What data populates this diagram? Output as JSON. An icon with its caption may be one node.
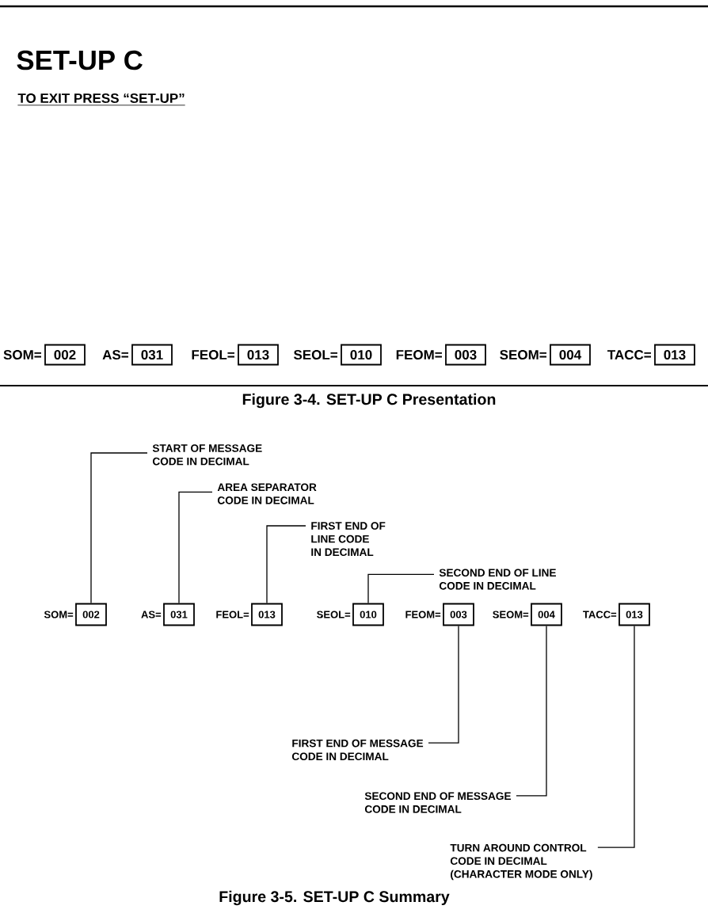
{
  "diagram": {
    "nodes": [
      {
        "text": [
          "002"
        ],
        "beside": [
          "SOM="
        ]
      },
      {
        "text": [
          "031"
        ],
        "beside": [
          "AS="
        ]
      },
      {
        "text": [
          "013"
        ],
        "beside": [
          "FEOL="
        ]
      },
      {
        "text": [
          "010"
        ],
        "beside": [
          "SEOL="
        ]
      },
      {
        "text": [
          "003"
        ],
        "beside": [
          "FEOM="
        ]
      },
      {
        "text": [
          "004"
        ],
        "beside": [
          "SEOM="
        ]
      },
      {
        "text": [
          "013"
        ],
        "beside": [
          "TACC="
        ]
      },
      {
        "text": [
          "START OF MESSAGE CODE IN DECIMAL"
        ]
      },
      {
        "text": [
          "AREA SEPARATOR CODE IN DECIMAL"
        ]
      },
      {
        "text": [
          "FIRST END OF LINE CODE IN DECIMAL"
        ]
      },
      {
        "text": [
          "SECOND END OF LINE CODE IN DECIMAL"
        ]
      },
      {
        "text": [
          "002"
        ],
        "beside": [
          "SOM="
        ]
      },
      {
        "text": [
          "031"
        ],
        "beside": [
          "AS="
        ]
      },
      {
        "text": [
          "013"
        ],
        "beside": [
          "FEOL="
        ]
      },
      {
        "text": [
          "010"
        ],
        "beside": [
          "SEOL="
        ]
      },
      {
        "text": [
          "003"
        ],
        "beside": [
          "FEOM="
        ]
      },
      {
        "text": [
          "004"
        ],
        "beside": [
          "SEOM="
        ]
      },
      {
        "text": [
          "013"
        ],
        "beside": [
          "TACC="
        ]
      },
      {
        "text": [
          "FIRST END OF MESSAGE CODE IN DECIMAL"
        ]
      },
      {
        "text": [
          "SECOND END OF MESSAGE CODE IN DECIMAL"
        ]
      },
      {
        "text": [
          "TURN AROUND CONTROL CODE IN DECIMAL (CHARACTER MODE ONLY)"
        ]
      }
    ],
    "edges": [
      {
        "from": 7,
        "to": 11,
        "arrow": "none"
      },
      {
        "from": 8,
        "to": 12,
        "arrow": "none"
      },
      {
        "from": 9,
        "to": 13,
        "arrow": "none"
      },
      {
        "from": 10,
        "to": 14,
        "arrow": "none"
      },
      {
        "from": 18,
        "to": 15,
        "arrow": "none"
      },
      {
        "from": 19,
        "to": 16,
        "arrow": "none"
      },
      {
        "from": 20,
        "to": 17,
        "arrow": "none"
      }
    ],
    "labels": [
      "SET-UP C",
      "TO EXIT PRESS “SET-UP”",
      "Figure 3-4. SET-UP C Presentation",
      "Figure 3-5. SET-UP C Summary"
    ]
  }
}
